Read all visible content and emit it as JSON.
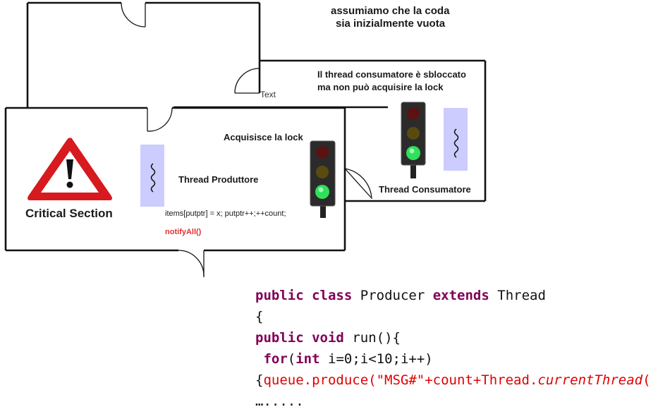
{
  "header_note": {
    "line1": "assumiamo che la coda",
    "line2": "sia inizialmente vuota"
  },
  "consumer_room": {
    "note_line1": "Il thread consumatore è sbloccato",
    "note_line2": "ma non può acquisire la lock",
    "text_tag": "Text",
    "thread_label": "Thread Consumatore",
    "light_state": "green"
  },
  "critical_room": {
    "title": "Critical Section",
    "acquire_label": "Acquisisce la lock",
    "thread_label": "Thread Produttore",
    "statement": "items[putptr] = x; putptr++;++count;",
    "notify": "notifyAll()",
    "light_state": "green"
  },
  "colors": {
    "warning_red": "#d71920",
    "thread_box": "#ccccff",
    "notify_red": "#e03131",
    "keyword": "#7f0055",
    "code_red": "#e00000"
  },
  "code": {
    "l1_kw1": "public",
    "l1_kw2": "class",
    "l1_name": "Producer",
    "l1_kw3": "extends",
    "l1_base": "Thread",
    "l2": "{",
    "l3_kw1": "public",
    "l3_kw2": "void",
    "l3_rest": "run(){",
    "l4_kw1": "for",
    "l4_p1": "(",
    "l4_kw2": "int",
    "l4_rest": "i=0;i<10;i++)",
    "l5_brace": "{",
    "l5_call": "queue.produce(\"MSG#\"+count+Thread.",
    "l5_italic": "currentThread",
    "l5_end": "(",
    "l6": "…....."
  }
}
